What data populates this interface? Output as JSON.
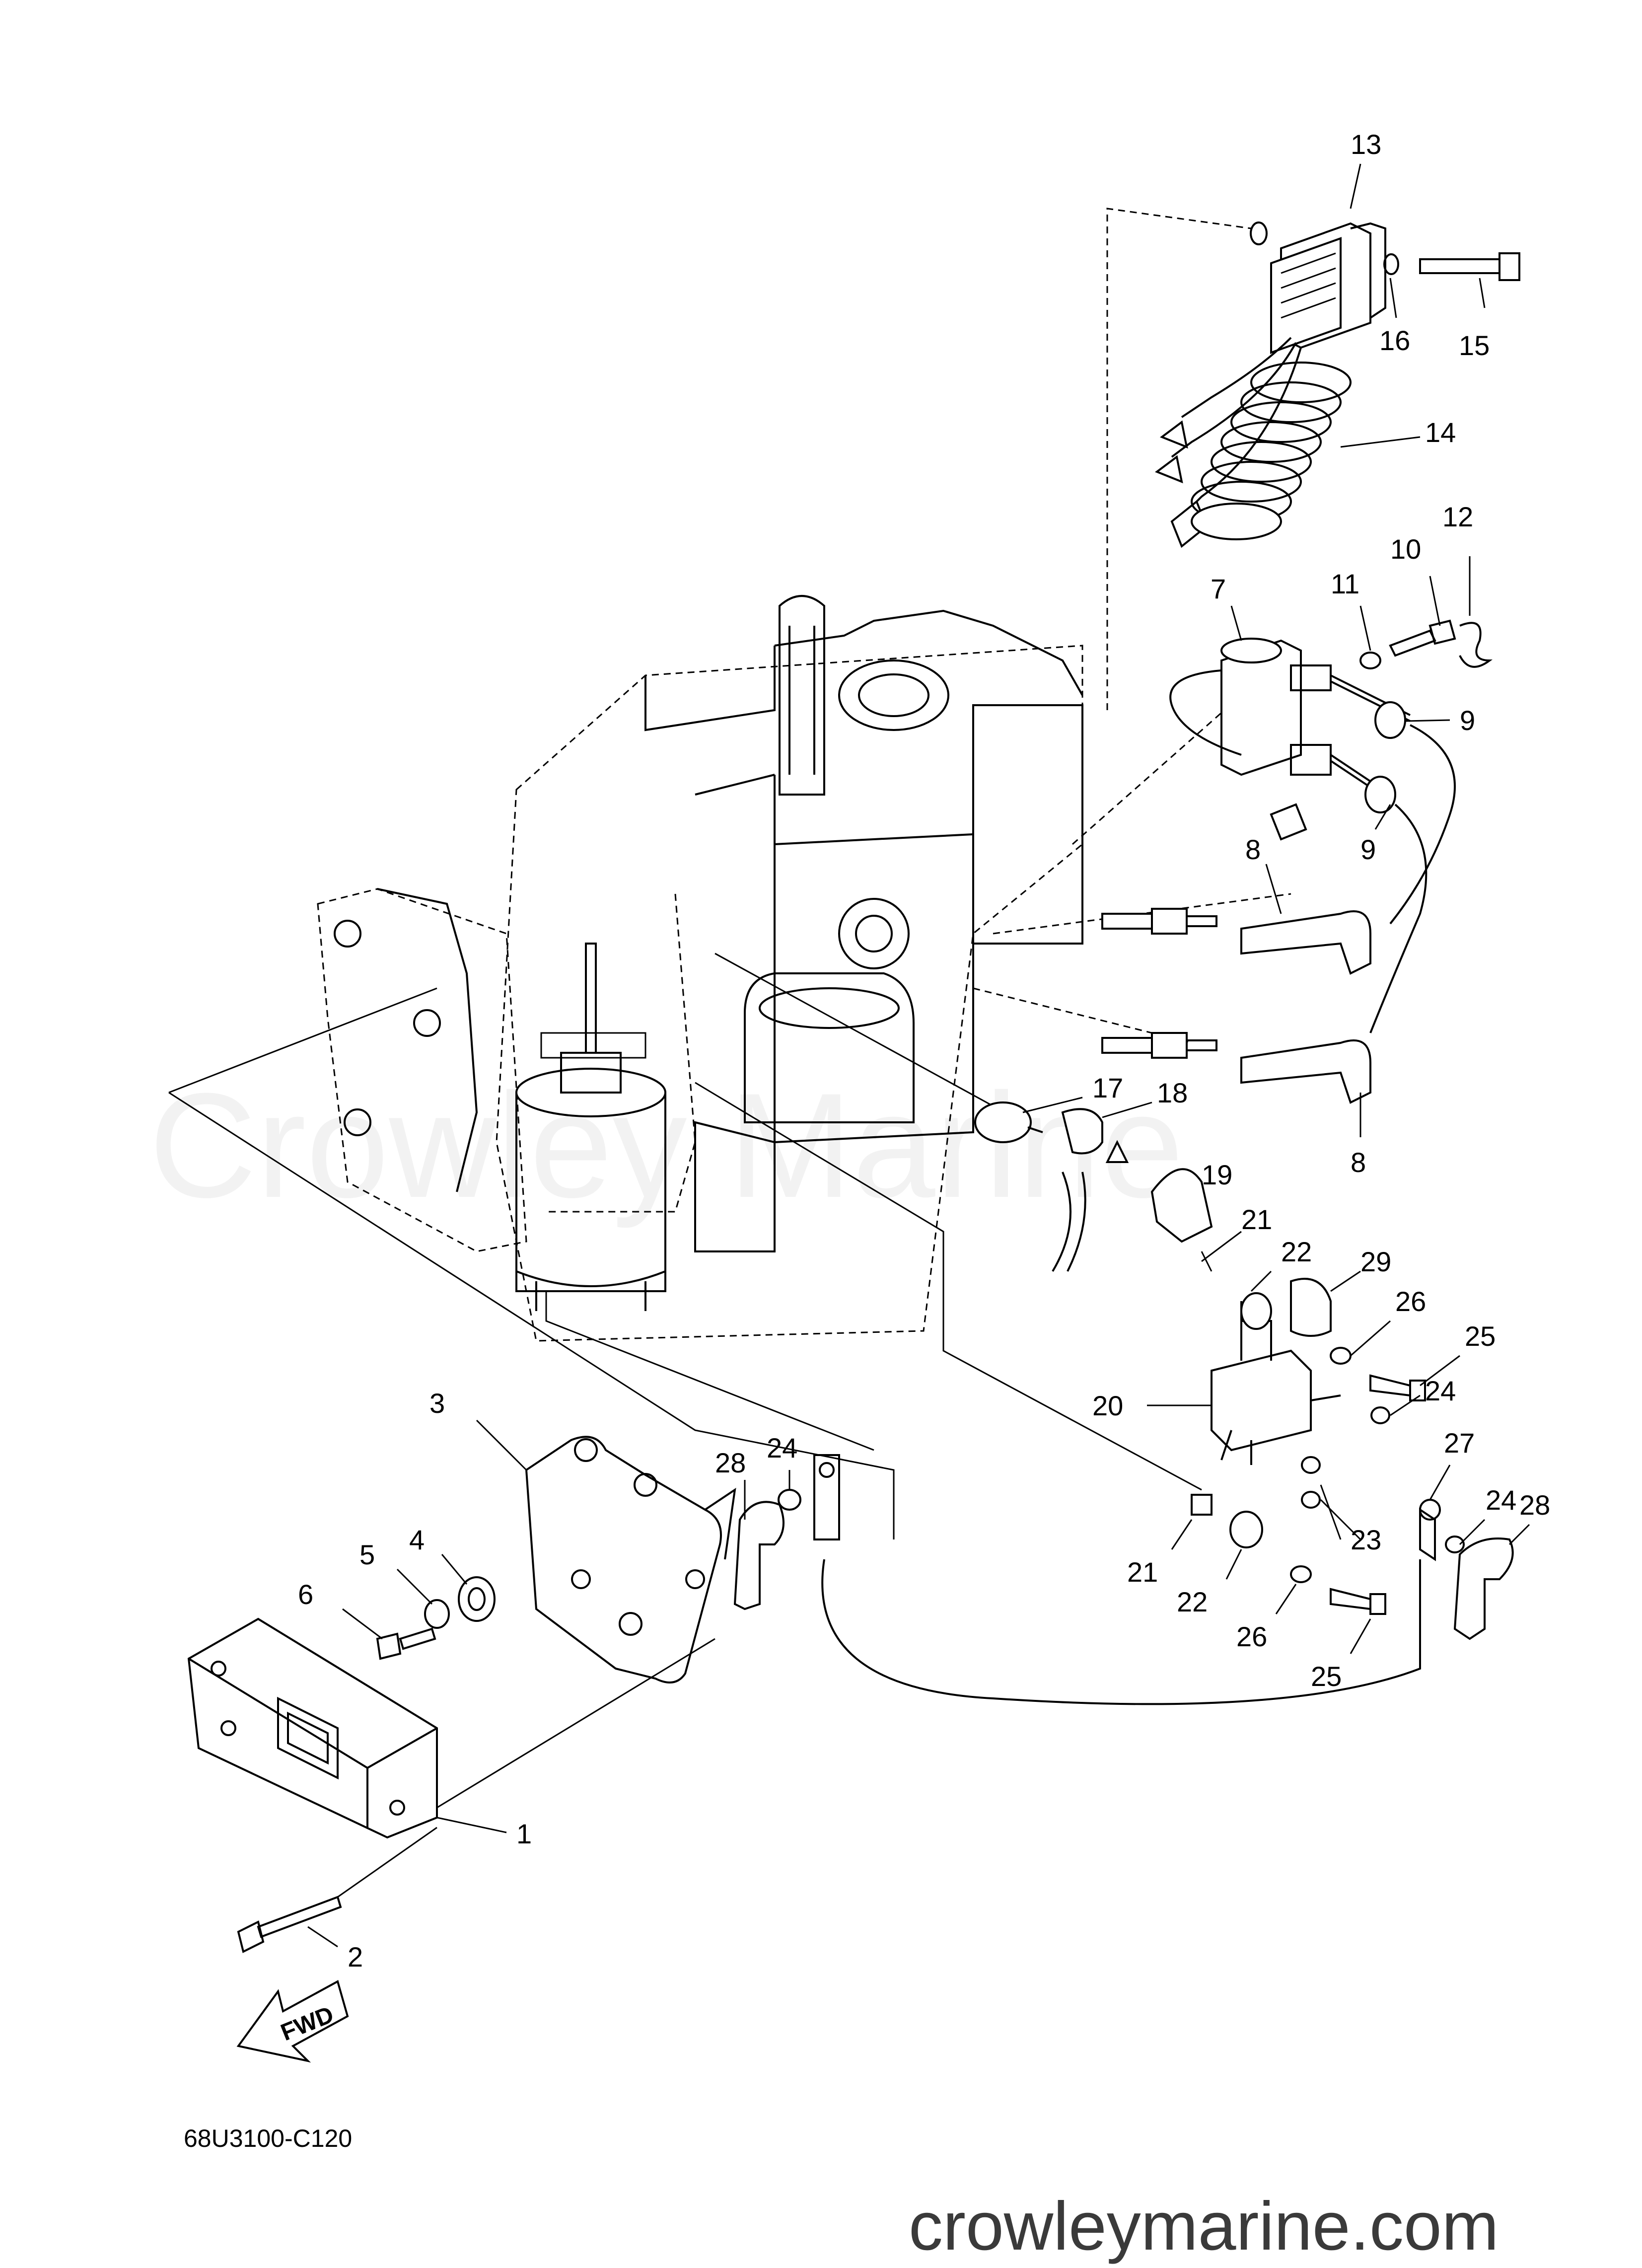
{
  "diagram": {
    "code": "68U3100-C120",
    "watermark": "Crowley Marine",
    "site": "crowleymarine.com",
    "fwd_label": "FWD"
  },
  "callouts": [
    {
      "id": "13",
      "label": "13"
    },
    {
      "id": "16",
      "label": "16"
    },
    {
      "id": "15",
      "label": "15"
    },
    {
      "id": "14",
      "label": "14"
    },
    {
      "id": "12",
      "label": "12"
    },
    {
      "id": "10",
      "label": "10"
    },
    {
      "id": "11",
      "label": "11"
    },
    {
      "id": "7",
      "label": "7"
    },
    {
      "id": "9a",
      "label": "9"
    },
    {
      "id": "9b",
      "label": "9"
    },
    {
      "id": "8a",
      "label": "8"
    },
    {
      "id": "8b",
      "label": "8"
    },
    {
      "id": "17",
      "label": "17"
    },
    {
      "id": "18",
      "label": "18"
    },
    {
      "id": "19",
      "label": "19"
    },
    {
      "id": "21a",
      "label": "21"
    },
    {
      "id": "22a",
      "label": "22"
    },
    {
      "id": "29",
      "label": "29"
    },
    {
      "id": "26a",
      "label": "26"
    },
    {
      "id": "25a",
      "label": "25"
    },
    {
      "id": "24a",
      "label": "24"
    },
    {
      "id": "20",
      "label": "20"
    },
    {
      "id": "27",
      "label": "27"
    },
    {
      "id": "24b",
      "label": "24"
    },
    {
      "id": "28a",
      "label": "28"
    },
    {
      "id": "23",
      "label": "23"
    },
    {
      "id": "21b",
      "label": "21"
    },
    {
      "id": "22b",
      "label": "22"
    },
    {
      "id": "26b",
      "label": "26"
    },
    {
      "id": "25b",
      "label": "25"
    },
    {
      "id": "3",
      "label": "3"
    },
    {
      "id": "28b",
      "label": "28"
    },
    {
      "id": "24c",
      "label": "24"
    },
    {
      "id": "4",
      "label": "4"
    },
    {
      "id": "5",
      "label": "5"
    },
    {
      "id": "6",
      "label": "6"
    },
    {
      "id": "1",
      "label": "1"
    },
    {
      "id": "2",
      "label": "2"
    }
  ]
}
